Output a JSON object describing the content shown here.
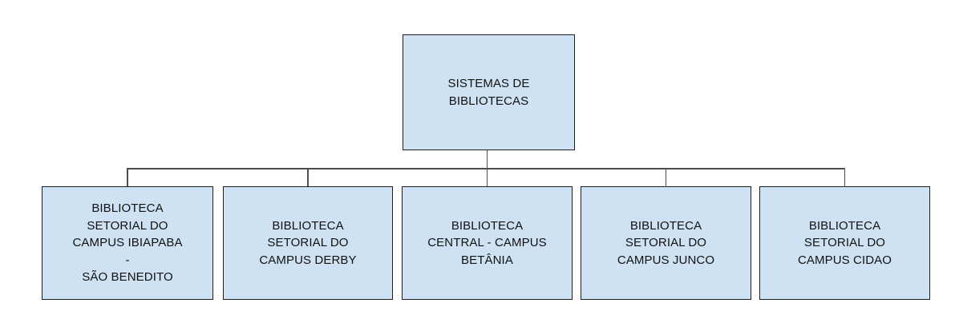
{
  "diagram": {
    "type": "org-chart",
    "colors": {
      "node_fill": "#cfe2f3",
      "node_border": "#1f1f1f",
      "connector_color": "#4d4d4d",
      "text_color": "#111111",
      "canvas_bg": "#ffffff"
    },
    "root": {
      "label": "SISTEMAS DE\nBIBLIOTECAS"
    },
    "children": [
      {
        "label": "BIBLIOTECA\nSETORIAL DO\nCAMPUS IBIAPABA\n-\nSÃO BENEDITO"
      },
      {
        "label": "BIBLIOTECA\nSETORIAL DO\nCAMPUS DERBY"
      },
      {
        "label": "BIBLIOTECA\nCENTRAL - CAMPUS\nBETÂNIA"
      },
      {
        "label": "BIBLIOTECA\nSETORIAL DO\nCAMPUS JUNCO"
      },
      {
        "label": "BIBLIOTECA\nSETORIAL DO\nCAMPUS CIDAO"
      }
    ]
  }
}
